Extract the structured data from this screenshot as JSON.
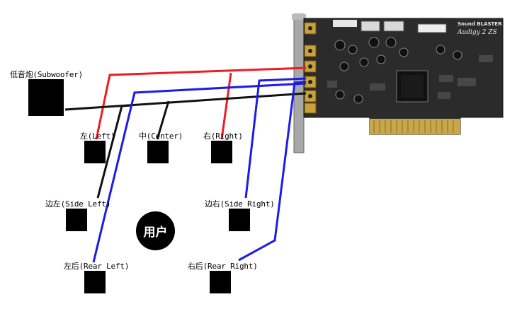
{
  "user_label": "用户",
  "card": {
    "brand": "Sound BLASTER",
    "model": "Audigy 2 ZS"
  },
  "speakers": {
    "subwoofer": "低音炮(Subwoofer)",
    "left": "左(Left)",
    "center": "中(Center)",
    "right": "右(Right)",
    "side_left": "边左(Side Left)",
    "side_right": "边右(Side Right)",
    "rear_left": "左后(Rear Left)",
    "rear_right": "右后(Rear Right)"
  },
  "wire_colors": {
    "front": "#ee1c24",
    "rear_side": "#1c1ce6",
    "center_sub": "#111111"
  }
}
